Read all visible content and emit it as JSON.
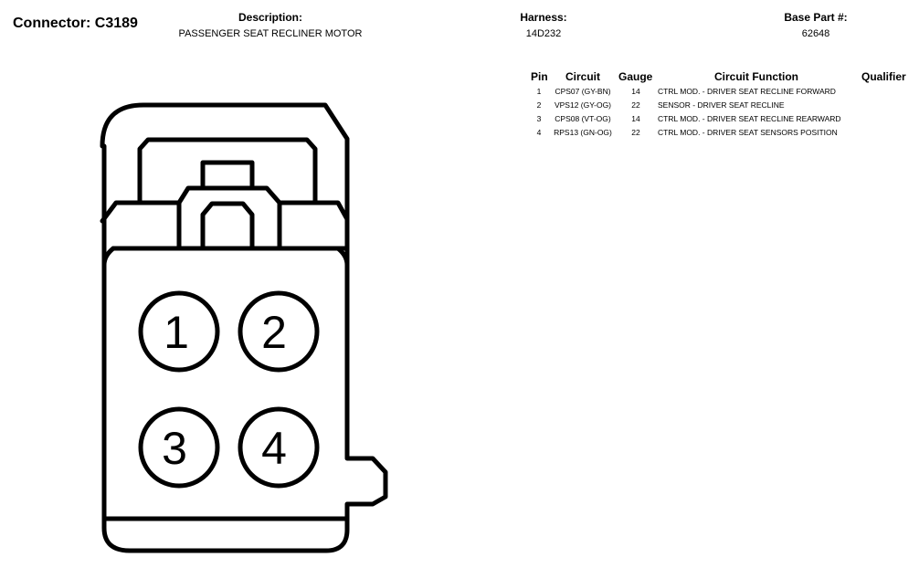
{
  "header": {
    "connector": "Connector: C3189",
    "description_label": "Description:",
    "description_value": "PASSENGER SEAT RECLINER MOTOR",
    "harness_label": "Harness:",
    "harness_value": "14D232",
    "base_part_label": "Base Part #:",
    "base_part_value": "62648"
  },
  "table": {
    "headers": [
      "Pin",
      "Circuit",
      "Gauge",
      "Circuit Function",
      "Qualifier"
    ],
    "rows": [
      {
        "pin": "1",
        "circuit": "CPS07 (GY-BN)",
        "gauge": "14",
        "function": "CTRL MOD. - DRIVER SEAT RECLINE FORWARD",
        "qualifier": ""
      },
      {
        "pin": "2",
        "circuit": "VPS12 (GY-OG)",
        "gauge": "22",
        "function": "SENSOR - DRIVER SEAT RECLINE",
        "qualifier": ""
      },
      {
        "pin": "3",
        "circuit": "CPS08 (VT-OG)",
        "gauge": "14",
        "function": "CTRL MOD. - DRIVER SEAT RECLINE REARWARD",
        "qualifier": ""
      },
      {
        "pin": "4",
        "circuit": "RPS13 (GN-OG)",
        "gauge": "22",
        "function": "CTRL MOD. - DRIVER SEAT SENSORS POSITION",
        "qualifier": ""
      }
    ]
  },
  "diagram": {
    "pin_labels": [
      "1",
      "2",
      "3",
      "4"
    ],
    "stroke_color": "#000000"
  }
}
